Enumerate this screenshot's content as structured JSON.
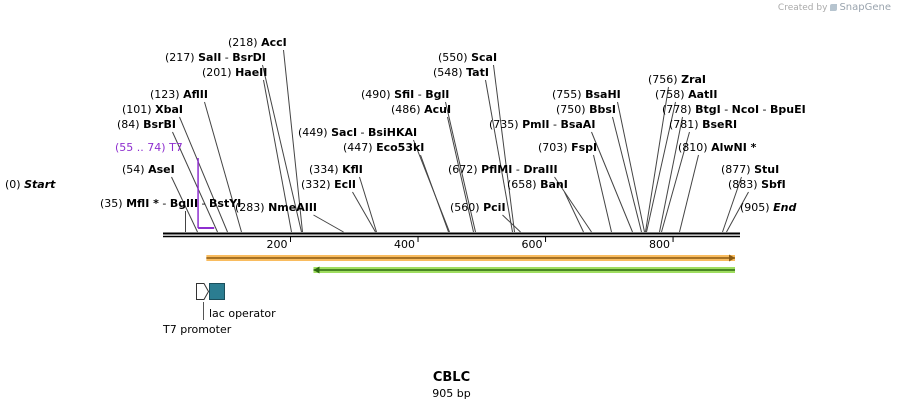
{
  "credit": {
    "prefix": "Created by",
    "brand": "SnapGene"
  },
  "plasmid": {
    "name": "CBLC",
    "length": "905 bp",
    "total_bp": 905
  },
  "scale": {
    "ticks": [
      200,
      400,
      600,
      800
    ]
  },
  "enzymes": [
    {
      "pos": "(0)",
      "parts": [
        {
          "t": "Start",
          "i": true
        }
      ],
      "cut": 0
    },
    {
      "pos": "(35)",
      "parts": [
        {
          "t": "MflI *"
        },
        {
          "t": " - ",
          "s": true
        },
        {
          "t": "BglII"
        },
        {
          "t": " - ",
          "s": true
        },
        {
          "t": "BstYI"
        }
      ],
      "cut": 35
    },
    {
      "pos": "(54)",
      "parts": [
        {
          "t": "AseI"
        }
      ],
      "cut": 54
    },
    {
      "pos": "(84)",
      "parts": [
        {
          "t": "BsrBI"
        }
      ],
      "cut": 84
    },
    {
      "pos": "(101)",
      "parts": [
        {
          "t": "XbaI"
        }
      ],
      "cut": 101
    },
    {
      "pos": "(123)",
      "parts": [
        {
          "t": "AflII"
        }
      ],
      "cut": 123
    },
    {
      "pos": "(201)",
      "parts": [
        {
          "t": "HaeII"
        }
      ],
      "cut": 201
    },
    {
      "pos": "(217)",
      "parts": [
        {
          "t": "SalI"
        },
        {
          "t": " - ",
          "s": true
        },
        {
          "t": "BsrDI"
        }
      ],
      "cut": 217
    },
    {
      "pos": "(218)",
      "parts": [
        {
          "t": "AccI"
        }
      ],
      "cut": 218
    },
    {
      "pos": "(283)",
      "parts": [
        {
          "t": "NmeAIII"
        }
      ],
      "cut": 283
    },
    {
      "pos": "(332)",
      "parts": [
        {
          "t": "EclI"
        }
      ],
      "cut": 332
    },
    {
      "pos": "(334)",
      "parts": [
        {
          "t": "KflI"
        }
      ],
      "cut": 334
    },
    {
      "pos": "(447)",
      "parts": [
        {
          "t": "Eco53kI"
        }
      ],
      "cut": 447
    },
    {
      "pos": "(449)",
      "parts": [
        {
          "t": "SacI"
        },
        {
          "t": " - ",
          "s": true
        },
        {
          "t": "BsiHKAI"
        }
      ],
      "cut": 449
    },
    {
      "pos": "(486)",
      "parts": [
        {
          "t": "AcuI"
        }
      ],
      "cut": 486
    },
    {
      "pos": "(490)",
      "parts": [
        {
          "t": "SfiI"
        },
        {
          "t": " - ",
          "s": true
        },
        {
          "t": "BglI"
        }
      ],
      "cut": 490
    },
    {
      "pos": "(548)",
      "parts": [
        {
          "t": "TatI"
        }
      ],
      "cut": 548
    },
    {
      "pos": "(550)",
      "parts": [
        {
          "t": "ScaI"
        }
      ],
      "cut": 550
    },
    {
      "pos": "(560)",
      "parts": [
        {
          "t": "PciI"
        }
      ],
      "cut": 560
    },
    {
      "pos": "(658)",
      "parts": [
        {
          "t": "BanI"
        }
      ],
      "cut": 658
    },
    {
      "pos": "(672)",
      "parts": [
        {
          "t": "PflMI"
        },
        {
          "t": " - ",
          "s": true
        },
        {
          "t": "DraIII"
        }
      ],
      "cut": 672
    },
    {
      "pos": "(703)",
      "parts": [
        {
          "t": "FspI"
        }
      ],
      "cut": 703
    },
    {
      "pos": "(735)",
      "parts": [
        {
          "t": "PmlI"
        },
        {
          "t": " - ",
          "s": true
        },
        {
          "t": "BsaAI"
        }
      ],
      "cut": 735
    },
    {
      "pos": "(750)",
      "parts": [
        {
          "t": "BbsI"
        }
      ],
      "cut": 750
    },
    {
      "pos": "(755)",
      "parts": [
        {
          "t": "BsaHI"
        }
      ],
      "cut": 755
    },
    {
      "pos": "(756)",
      "parts": [
        {
          "t": "ZraI"
        }
      ],
      "cut": 756
    },
    {
      "pos": "(758)",
      "parts": [
        {
          "t": "AatII"
        }
      ],
      "cut": 758
    },
    {
      "pos": "(778)",
      "parts": [
        {
          "t": "BtgI"
        },
        {
          "t": " - ",
          "s": true
        },
        {
          "t": "NcoI"
        },
        {
          "t": " - ",
          "s": true
        },
        {
          "t": "BpuEI"
        }
      ],
      "cut": 778
    },
    {
      "pos": "(781)",
      "parts": [
        {
          "t": "BseRI"
        }
      ],
      "cut": 781
    },
    {
      "pos": "(810)",
      "parts": [
        {
          "t": "AlwNI *"
        }
      ],
      "cut": 810
    },
    {
      "pos": "(877)",
      "parts": [
        {
          "t": "StuI"
        }
      ],
      "cut": 877
    },
    {
      "pos": "(883)",
      "parts": [
        {
          "t": "SbfI"
        }
      ],
      "cut": 883
    },
    {
      "pos": "(905)",
      "parts": [
        {
          "t": "End",
          "i": true
        }
      ],
      "cut": 905
    }
  ],
  "primer_site": {
    "range": "(55 .. 74)",
    "name": "T7",
    "start": 55,
    "end": 74,
    "color": "#8e2fcf"
  },
  "features": [
    {
      "name": "orange-feature",
      "start": 68,
      "end": 905,
      "direction": "forward",
      "fill": "#f7a52a",
      "stroke": "#8a5a12"
    },
    {
      "name": "green-feature",
      "start": 236,
      "end": 905,
      "direction": "reverse",
      "fill": "#7fd12b",
      "stroke": "#2e6a10"
    }
  ],
  "regulatory": [
    {
      "label": "lac operator",
      "color": "#2b7d91"
    },
    {
      "label": "T7 promoter",
      "color": "#ffffff"
    }
  ]
}
